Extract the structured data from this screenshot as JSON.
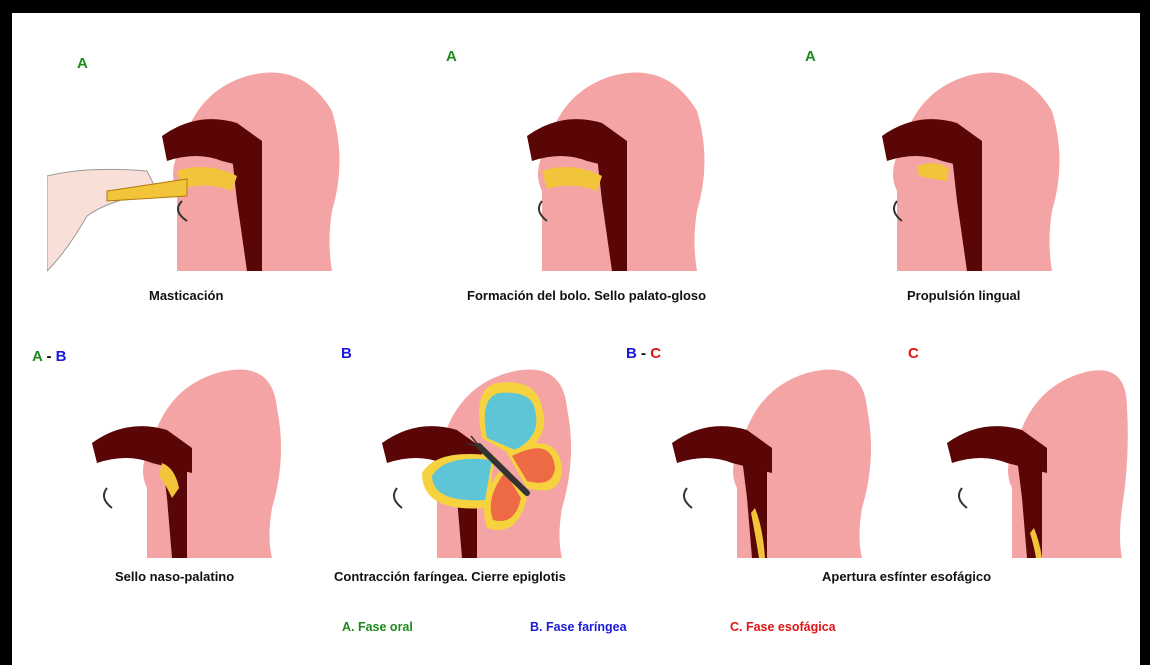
{
  "panels": [
    {
      "tag": [
        {
          "text": "A",
          "color": "green"
        }
      ],
      "caption": "Masticación"
    },
    {
      "tag": [
        {
          "text": "A",
          "color": "green"
        }
      ],
      "caption": "Formación del bolo. Sello palato-gloso"
    },
    {
      "tag": [
        {
          "text": "A",
          "color": "green"
        }
      ],
      "caption": "Propulsión lingual"
    },
    {
      "tag": [
        {
          "text": "A",
          "color": "green"
        },
        {
          "text": "-",
          "color": "black"
        },
        {
          "text": "B",
          "color": "blue"
        }
      ],
      "caption": "Sello naso-palatino"
    },
    {
      "tag": [
        {
          "text": "B",
          "color": "blue"
        }
      ],
      "caption": "Contracción faríngea. Cierre epiglotis"
    },
    {
      "tag": [
        {
          "text": "B",
          "color": "blue"
        },
        {
          "text": "-",
          "color": "black"
        },
        {
          "text": "C",
          "color": "red"
        }
      ],
      "caption": "Apertura esfínter esofágico"
    },
    {
      "tag": [
        {
          "text": "C",
          "color": "red"
        }
      ],
      "caption": ""
    }
  ],
  "legend": [
    {
      "text": "A. Fase oral",
      "color": "#1e8a1e"
    },
    {
      "text": "B. Fase faríngea",
      "color": "#1a1ad8"
    },
    {
      "text": "C. Fase esofágica",
      "color": "#e01515"
    }
  ],
  "colors": {
    "skin": "#f4a4a4",
    "dark": "#5a0606",
    "food": "#f2c43a",
    "butterfly_blue": "#5ec5d6",
    "butterfly_orange": "#ee6a45",
    "butterfly_yellow": "#f6d23f"
  }
}
